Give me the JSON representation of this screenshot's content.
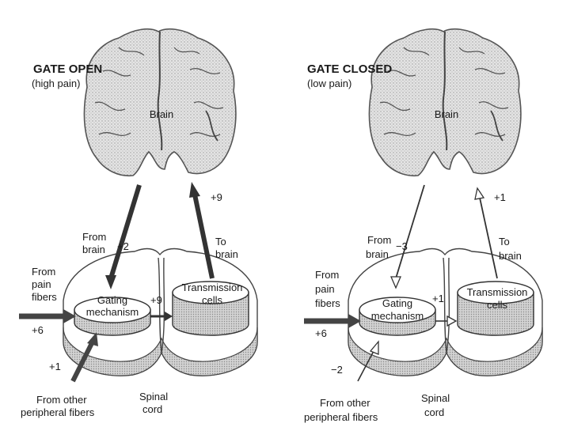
{
  "panels": [
    {
      "title": "GATE OPEN",
      "subtitle": "(high pain)",
      "brain": "Brain",
      "gate_line1": "Gating",
      "gate_line2": "mechanism",
      "trans_line1": "Transmission",
      "trans_line2": "cells",
      "from_pain_1": "From",
      "from_pain_2": "pain",
      "from_pain_3": "fibers",
      "from_pain_value": "+6",
      "from_brain_1": "From",
      "from_brain_2": "brain",
      "from_brain_value": "+2",
      "to_brain_1": "To",
      "to_brain_2": "brain",
      "to_brain_value": "+9",
      "gate_to_trans_value": "+9",
      "other_value": "+1",
      "other_label_1": "From other",
      "other_label_2": "peripheral fibers",
      "spinal_1": "Spinal",
      "spinal_2": "cord"
    },
    {
      "title": "GATE CLOSED",
      "subtitle": "(low pain)",
      "brain": "Brain",
      "gate_line1": "Gating",
      "gate_line2": "mechanism",
      "trans_line1": "Transmission",
      "trans_line2": "cells",
      "from_pain_1": "From",
      "from_pain_2": "pain",
      "from_pain_3": "fibers",
      "from_pain_value": "+6",
      "from_brain_1": "From",
      "from_brain_2": "brain",
      "from_brain_value": "−3",
      "to_brain_1": "To",
      "to_brain_2": "brain",
      "to_brain_value": "+1",
      "gate_to_trans_value": "+1",
      "other_value": "−2",
      "other_label_1": "From other",
      "other_label_2": "peripheral fibers",
      "spinal_1": "Spinal",
      "spinal_2": "cord"
    }
  ]
}
